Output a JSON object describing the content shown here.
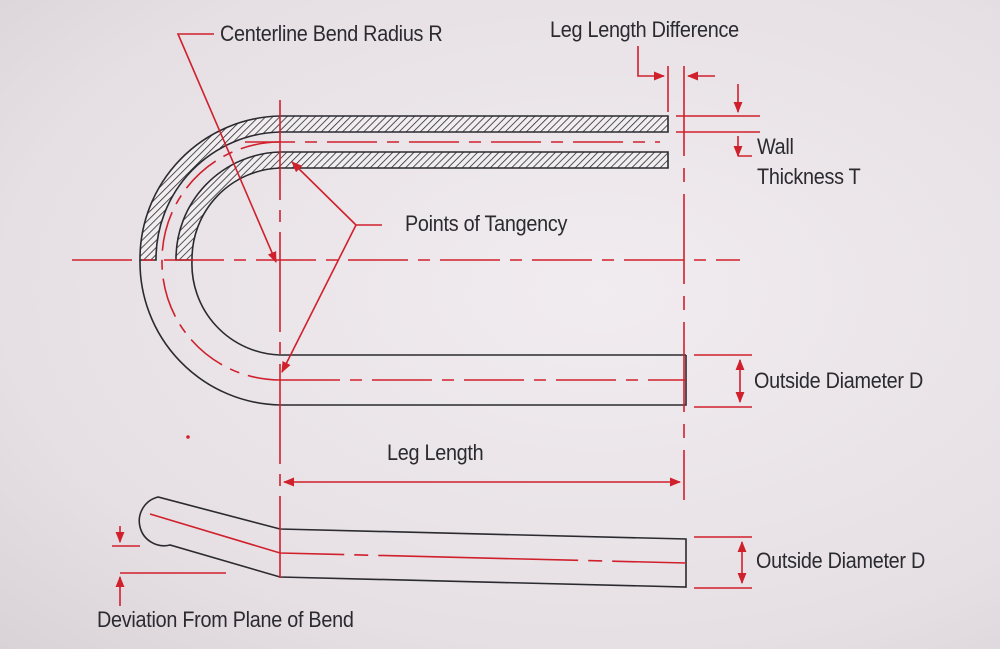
{
  "labels": {
    "centerline_bend_radius": "Centerline Bend Radius R",
    "leg_length_difference": "Leg Length Difference",
    "wall": "Wall",
    "wall_thickness": "Thickness T",
    "points_of_tangency": "Points of Tangency",
    "outside_diameter_top": "Outside Diameter D",
    "leg_length": "Leg Length",
    "outside_diameter_bottom": "Outside Diameter D",
    "deviation": "Deviation From Plane of Bend"
  },
  "colors": {
    "annotation": "#d0202c",
    "outline": "#2a2a30",
    "paper": "#ebe5e8"
  }
}
